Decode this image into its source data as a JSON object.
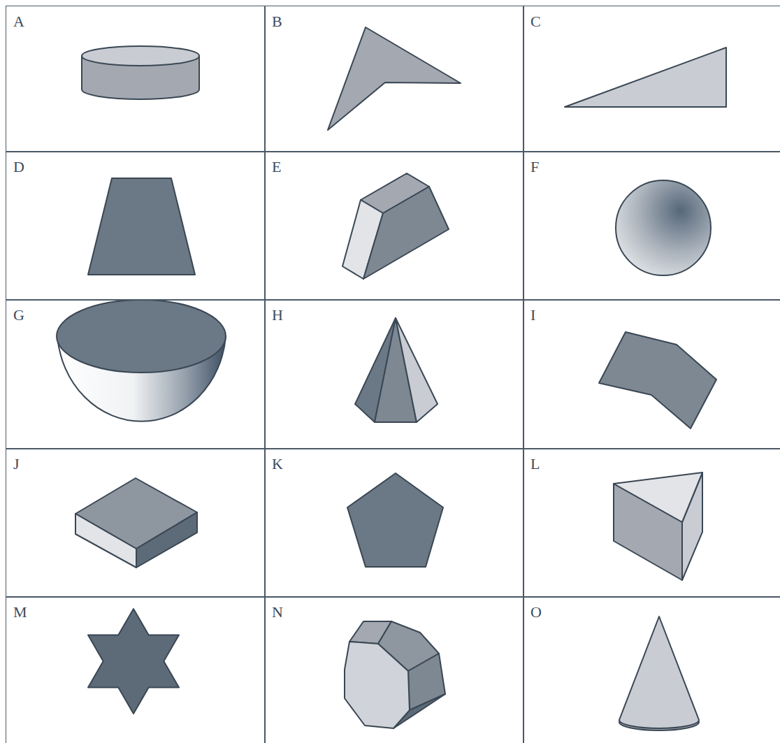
{
  "diagram": {
    "nodes": [
      {
        "text": [
          "A"
        ]
      },
      {
        "text": [
          "B"
        ]
      },
      {
        "text": [
          "C"
        ]
      },
      {
        "text": [
          "D"
        ]
      },
      {
        "text": [
          "E"
        ]
      },
      {
        "text": [
          "F"
        ]
      },
      {
        "text": [
          "G"
        ]
      },
      {
        "text": [
          "H"
        ]
      },
      {
        "text": [
          "I"
        ]
      },
      {
        "text": [
          "J"
        ]
      },
      {
        "text": [
          "K"
        ]
      },
      {
        "text": [
          "L"
        ]
      },
      {
        "text": [
          "M"
        ]
      },
      {
        "text": [
          "N"
        ]
      },
      {
        "text": [
          "O"
        ]
      }
    ]
  }
}
